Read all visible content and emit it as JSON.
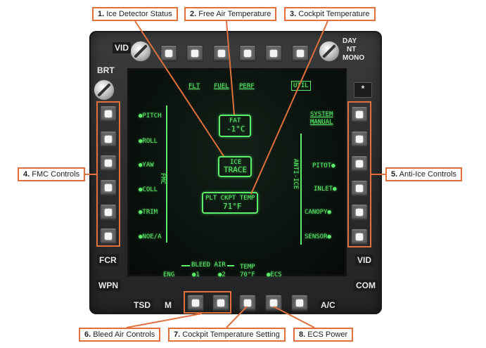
{
  "callouts": [
    {
      "num": "1.",
      "text": "Ice Detector Status"
    },
    {
      "num": "2.",
      "text": "Free Air Temperature"
    },
    {
      "num": "3.",
      "text": "Cockpit Temperature"
    },
    {
      "num": "4.",
      "text": "FMC Controls"
    },
    {
      "num": "5.",
      "text": "Anti-Ice Controls"
    },
    {
      "num": "6.",
      "text": "Bleed Air Controls"
    },
    {
      "num": "7.",
      "text": "Cockpit Temperature Setting"
    },
    {
      "num": "8.",
      "text": "ECS Power"
    }
  ],
  "bezel": {
    "vid_top": "VID",
    "brt": "BRT",
    "day_nt_mono": [
      "DAY",
      "NT",
      "MONO"
    ],
    "asterisk": "*",
    "fcr": "FCR",
    "wpn": "WPN",
    "tsd": "TSD",
    "m": "M",
    "vid_right": "VID",
    "com": "COM",
    "ac": "A/C"
  },
  "screen": {
    "top_tabs": [
      "FLT",
      "FUEL",
      "PERF",
      "UTIL"
    ],
    "fat_label": "FAT",
    "fat_value": "-1°C",
    "ice_label": "ICE",
    "ice_value": "TRACE",
    "cpt_label": "PLT CKPT TEMP",
    "cpt_value": "71°F",
    "fmc_items": [
      "●PITCH",
      "●ROLL",
      "●YAW",
      "●COLL",
      "●TRIM",
      "●NOE/A"
    ],
    "fmc_vertical": "FMC",
    "anti_ice_top": [
      "SYSTEM",
      "MANUAL"
    ],
    "anti_ice_items": [
      "PITOT●",
      "INLET●",
      "CANOPY●",
      "SENSOR●"
    ],
    "anti_ice_vertical": "ANTI-ICE",
    "bleed_air": "BLEED AIR",
    "eng": "ENG",
    "bleed_1": "●1",
    "bleed_2": "●2",
    "temp_label": "TEMP",
    "temp_value": "70°F",
    "ecs": "●ECS"
  },
  "colors": {
    "display_green": "#5cf06a",
    "callout_border": "#e0703c"
  }
}
